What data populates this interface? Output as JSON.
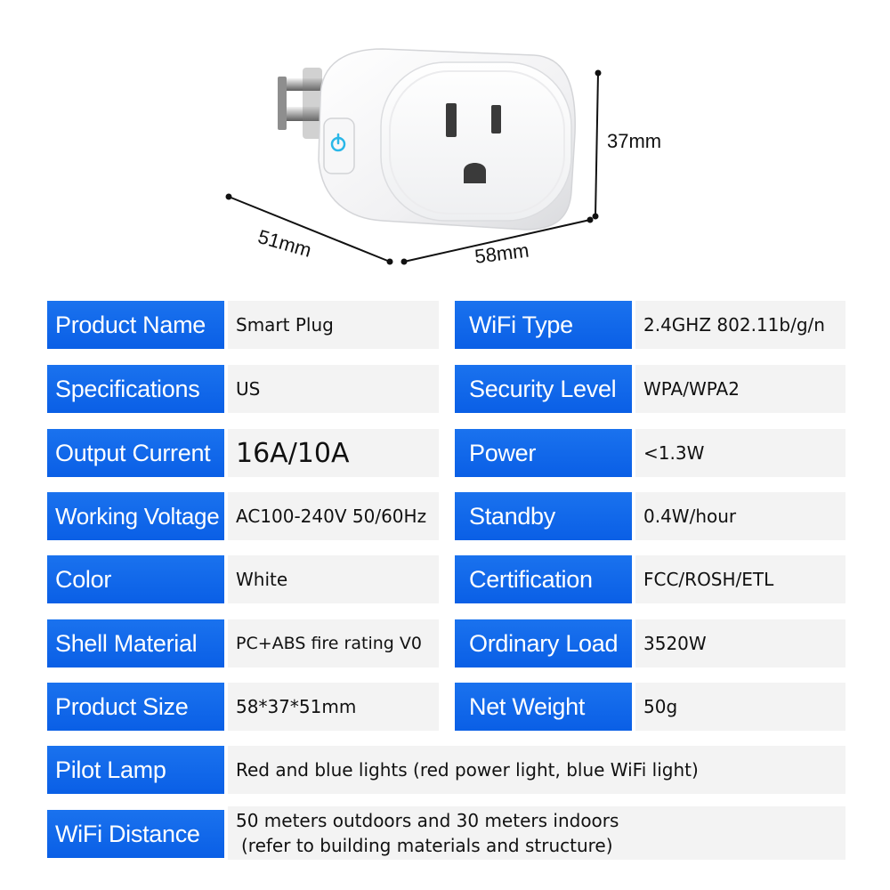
{
  "dimensions": {
    "height": "37mm",
    "depth": "51mm",
    "width": "58mm"
  },
  "specs_left": [
    {
      "label": "Product Name",
      "value": "Smart Plug"
    },
    {
      "label": "Specifications",
      "value": "US"
    },
    {
      "label": "Output Current",
      "value": "16A/10A"
    },
    {
      "label": "Working Voltage",
      "value": "AC100-240V 50/60Hz"
    },
    {
      "label": "Color",
      "value": "White"
    },
    {
      "label": "Shell Material",
      "value": "PC+ABS fire rating V0"
    },
    {
      "label": "Product Size",
      "value": "58*37*51mm"
    }
  ],
  "specs_right": [
    {
      "label": "WiFi Type",
      "value": "2.4GHZ 802.11b/g/n"
    },
    {
      "label": "Security Level",
      "value": "WPA/WPA2"
    },
    {
      "label": "Power",
      "value": "<1.3W"
    },
    {
      "label": "Standby",
      "value": "0.4W/hour"
    },
    {
      "label": "Certification",
      "value": "FCC/ROSH/ETL"
    },
    {
      "label": "Ordinary Load",
      "value": "3520W"
    },
    {
      "label": "Net Weight",
      "value": "50g"
    }
  ],
  "specs_wide": [
    {
      "label": "Pilot Lamp",
      "value": "Red and blue lights (red power light, blue WiFi light)"
    },
    {
      "label": "WiFi Distance",
      "value_line1": "50 meters outdoors and 30 meters indoors",
      "value_line2": "(refer to building materials and structure)"
    }
  ],
  "colors": {
    "label_bg": "#0a5fe6",
    "value_bg": "#f3f3f3",
    "power_button_accent": "#2ab7e8"
  },
  "icons": [
    "power-icon"
  ]
}
